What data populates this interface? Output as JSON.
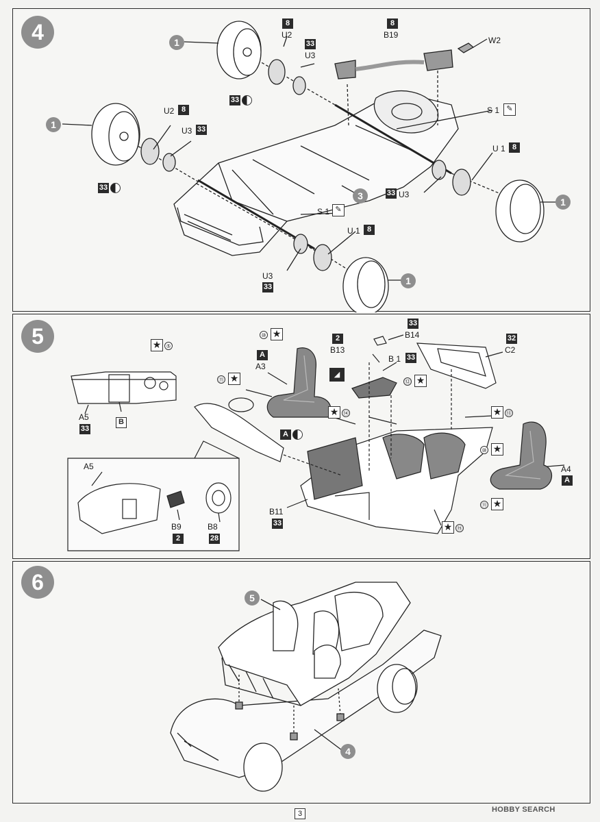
{
  "steps": [
    {
      "number": "4"
    },
    {
      "number": "5"
    },
    {
      "number": "6"
    }
  ],
  "step4": {
    "callouts": [
      {
        "text": "1"
      },
      {
        "text": "1"
      },
      {
        "text": "1"
      },
      {
        "text": "1"
      },
      {
        "text": "3"
      }
    ],
    "labels": {
      "u2_top": "U2",
      "u3_top": "U3",
      "b19": "B19",
      "w2": "W2",
      "u2_left": "U2",
      "u3_left": "U3",
      "s1_right": "S 1",
      "u1_right": "U 1",
      "u3_right": "U3",
      "s1_mid": "S 1",
      "u1_bottom": "U 1",
      "u3_bottom": "U3"
    },
    "color_codes": {
      "u2_top": "8",
      "u3_top": "33",
      "mix_top": "33",
      "b19": "8",
      "u2_left": "8",
      "u3_left": "33",
      "mix_left": "33",
      "u1_right": "8",
      "u3_right": "33",
      "u1_bottom": "8",
      "u3_bottom": "33"
    }
  },
  "step5": {
    "labels": {
      "a5_top": "A5",
      "b_top": "B",
      "a3": "A3",
      "a_a3": "A",
      "b13": "B13",
      "b14": "B14",
      "b1": "B 1",
      "c2": "C2",
      "a4": "A4",
      "a_a4": "A",
      "b11": "B11",
      "a5_inset": "A5",
      "b9": "B9",
      "b8": "B8",
      "a_mix": "A"
    },
    "color_codes": {
      "a5_top": "33",
      "b13": "2",
      "b14": "33",
      "b1": "33",
      "c2": "32",
      "b11": "33",
      "b9": "2",
      "b8": "28"
    },
    "decal_numbers": [
      "⑤",
      "⑩",
      "⑪",
      "⑫",
      "⑬",
      "⑭",
      "⑩",
      "⑪",
      "⑮"
    ]
  },
  "step6": {
    "callouts": [
      {
        "text": "5"
      },
      {
        "text": "4"
      }
    ]
  },
  "page_number": "3",
  "watermark": "HOBBY SEARCH"
}
